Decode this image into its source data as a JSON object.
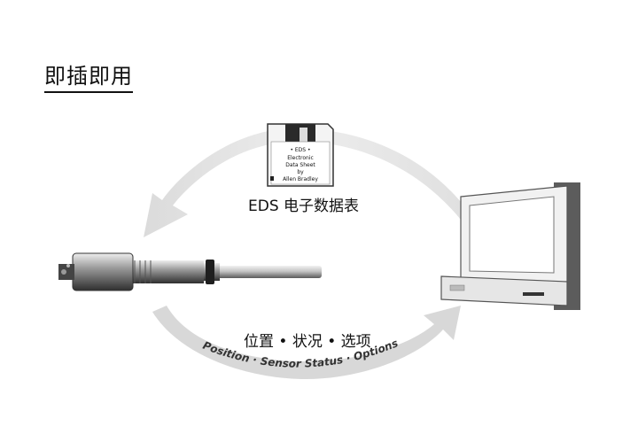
{
  "title": "即插即用",
  "floppy": {
    "line1": "• EDS •",
    "line2": "Electronic",
    "line3": "Data Sheet",
    "line4": "by",
    "line5": "Allen Bradley"
  },
  "eds_label": "EDS 电子数据表",
  "status_label": "位置 • 状况 • 选项",
  "arc_text": "Position · Sensor Status · Options"
}
